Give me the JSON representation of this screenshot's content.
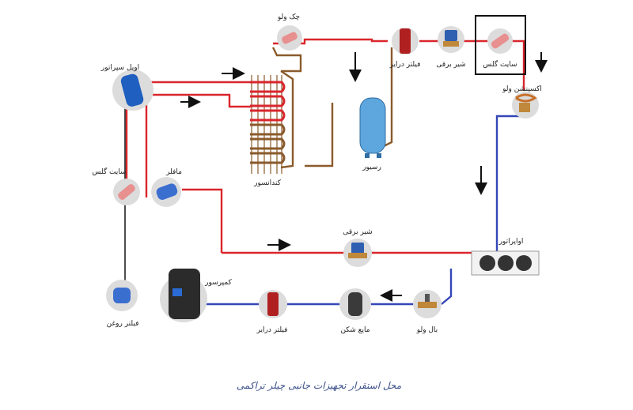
{
  "caption": "محل استقرار تجهیزات جانبی چیلر تراکمی",
  "labels": {
    "check_valve": "چک ولو",
    "filter_drier_top": "فیلتر درایر",
    "solenoid_top": "شیر برقی",
    "sight_glass_top": "سایت گلس",
    "expansion_valve": "اکسپنشن ولو",
    "oil_separator": "اویل سپراتور",
    "condenser": "کندانسور",
    "receiver": "رسیور",
    "sight_glass_left": "سایت گلس",
    "muffler": "مافلر",
    "solenoid_mid": "شیر برقی",
    "evaporator": "اواپراتور",
    "compressor": "کمپرسور",
    "oil_filter": "فیلتر روغن",
    "filter_drier_bottom": "فیلتر درایر",
    "accumulator": "مایع شکن",
    "ball_valve": "بال ولو"
  },
  "colors": {
    "hot_line": "#d9262c",
    "cold_line": "#3447b8",
    "copper_line": "#8a5a2b",
    "oil_line": "#222222",
    "circle_fill": "#dcdcdc",
    "caption": "#3a4f8a"
  }
}
